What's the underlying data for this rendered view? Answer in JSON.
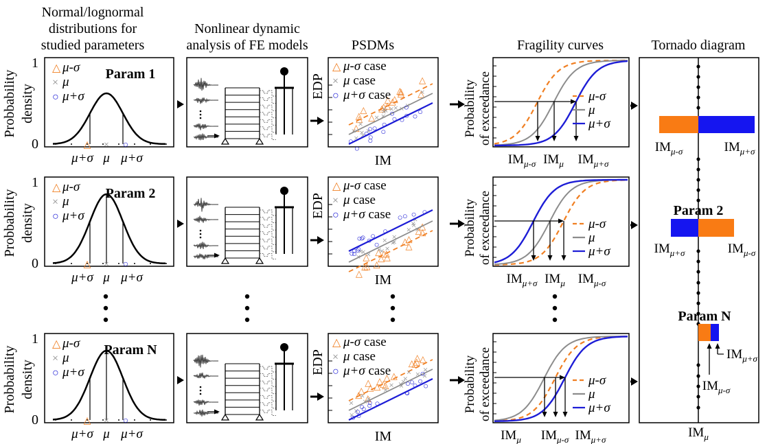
{
  "headers": {
    "col1": [
      "Normal/lognormal",
      "distributions for",
      "studied parameters"
    ],
    "col2": [
      "Nonlinear dynamic",
      "analysis of FE models"
    ],
    "col3": "PSDMs",
    "col4": "Fragility curves",
    "col5": "Tornado diagram"
  },
  "colors": {
    "minus": "#f07f22",
    "mean": "#8c8c8c",
    "plus": "#1d1dd6",
    "tornado_orange": "#f97b14",
    "tornado_blue": "#1515f0"
  },
  "pdf_panel": {
    "ylabel": [
      "Probbability",
      "density"
    ],
    "tick_top": "1",
    "tick_bottom": "0",
    "legend": [
      {
        "marker": "△",
        "label": "μ-σ"
      },
      {
        "marker": "×",
        "label": "μ"
      },
      {
        "marker": "○",
        "label": "μ+σ"
      }
    ],
    "xlabels": [
      "μ+σ",
      "μ",
      "μ+σ"
    ]
  },
  "psdm_panel": {
    "ylabel": "EDP",
    "xlabel": "IM",
    "legend": [
      "μ-σ case",
      "μ case",
      "μ+σ case"
    ]
  },
  "fragility_panel": {
    "ylabel": [
      "Probability",
      "of exceedance"
    ],
    "legend": [
      "μ-σ",
      "μ",
      "μ+σ"
    ]
  },
  "rows": [
    {
      "param": "Param 1",
      "frag_labels": [
        {
          "base": "IM",
          "sub": "μ-σ"
        },
        {
          "base": "IM",
          "sub": "μ"
        },
        {
          "base": "IM",
          "sub": "μ+σ"
        }
      ]
    },
    {
      "param": "Param 2",
      "frag_labels": [
        {
          "base": "IM",
          "sub": "μ+σ"
        },
        {
          "base": "IM",
          "sub": "μ"
        },
        {
          "base": "IM",
          "sub": "μ-σ"
        }
      ]
    },
    {
      "param": "Param N",
      "frag_labels": [
        {
          "base": "IM",
          "sub": "μ"
        },
        {
          "base": "IM",
          "sub": "μ-σ"
        },
        {
          "base": "IM",
          "sub": "μ+σ"
        }
      ]
    }
  ],
  "ellipsis": "•",
  "tornado": {
    "axis_label": {
      "base": "IM",
      "sub": "μ"
    },
    "params": [
      {
        "name": "Param 1",
        "left": {
          "base": "IM",
          "sub": "μ-σ"
        },
        "right": {
          "base": "IM",
          "sub": "μ+σ"
        }
      },
      {
        "name": "Param 2",
        "left": {
          "base": "IM",
          "sub": "μ+σ"
        },
        "right": {
          "base": "IM",
          "sub": "μ-σ"
        }
      },
      {
        "name": "Param N",
        "left": {
          "base": "IM",
          "sub": "μ-σ"
        },
        "right": {
          "base": "IM",
          "sub": "μ+σ"
        }
      }
    ]
  }
}
